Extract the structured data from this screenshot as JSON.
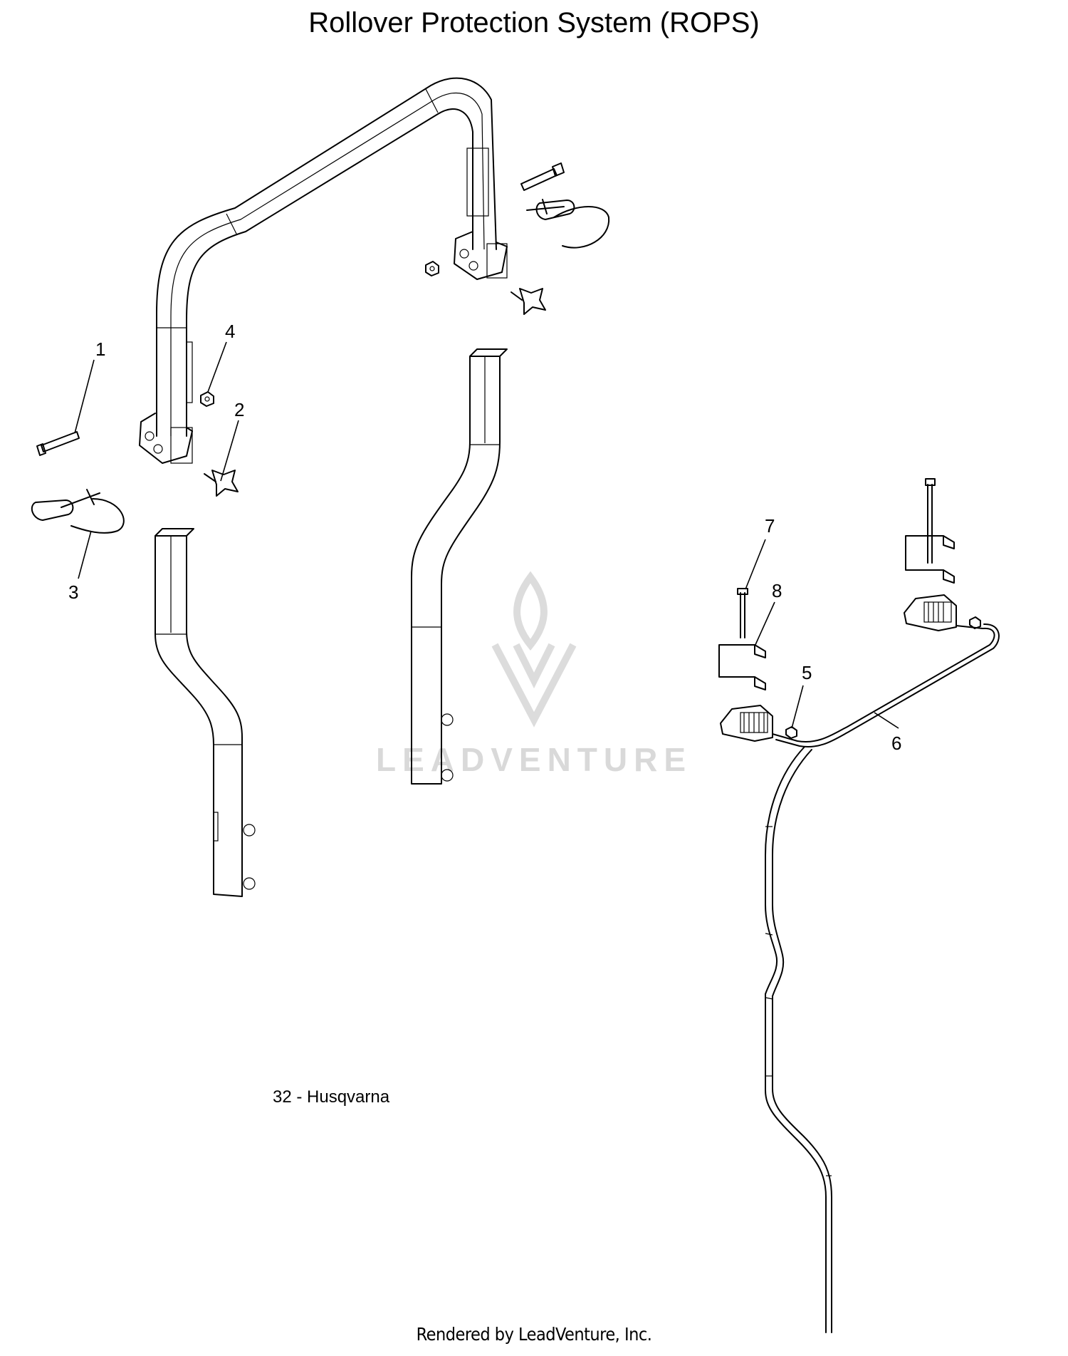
{
  "title": "Rollover Protection System (ROPS)",
  "model_label": "32 - Husqvarna",
  "footer": "Rendered by LeadVenture, Inc.",
  "watermark": {
    "text": "LEADVENTURE",
    "color": "#d9d9d9"
  },
  "callouts": [
    {
      "number": "1",
      "part": "bolt"
    },
    {
      "number": "2",
      "part": "knob"
    },
    {
      "number": "3",
      "part": "hitch pin with lanyard"
    },
    {
      "number": "4",
      "part": "nut"
    },
    {
      "number": "5",
      "part": "nut"
    },
    {
      "number": "6",
      "part": "wire harness"
    },
    {
      "number": "7",
      "part": "screw"
    },
    {
      "number": "8",
      "part": "bracket"
    }
  ]
}
